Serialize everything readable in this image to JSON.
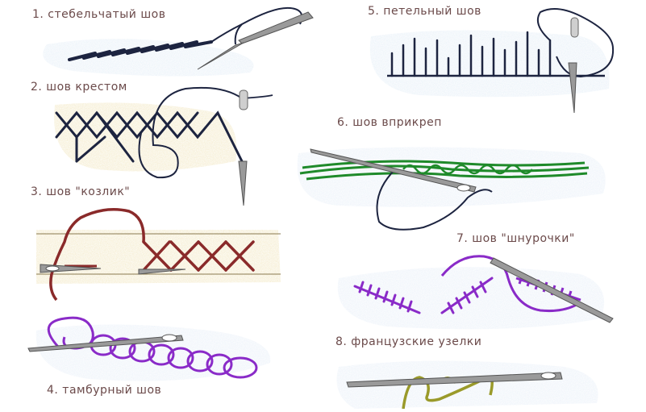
{
  "labels": {
    "stitch1": "1. стебельчатый шов",
    "stitch2": "2. шов крестом",
    "stitch3": "3. шов \"козлик\"",
    "stitch4": "4. тамбурный шов",
    "stitch5": "5. петельный шов",
    "stitch6": "6. шов вприкреп",
    "stitch7": "7. шов \"шнурочки\"",
    "stitch8": "8. французские узелки"
  },
  "colors": {
    "label_text": "#6b4a4a",
    "thread_dark": "#222a45",
    "thread_brown": "#7a2a2a",
    "thread_green": "#1f8a2a",
    "thread_purple": "#8a2bc8",
    "thread_olive": "#9a9a2a",
    "fabric_blue": "#d9e6f4",
    "fabric_tan": "#ecdca8",
    "needle": "#8a8a8a"
  }
}
